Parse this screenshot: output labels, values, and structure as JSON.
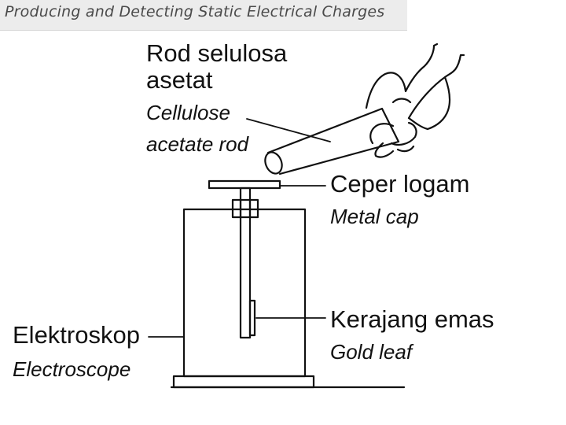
{
  "header": {
    "title": "Producing and Detecting Static Electrical Charges"
  },
  "labels": {
    "rod_ms_line1": "Rod selulosa",
    "rod_ms_line2": "asetat",
    "rod_en_line1": "Cellulose",
    "rod_en_line2": "acetate rod",
    "cap_ms": "Ceper logam",
    "cap_en": "Metal cap",
    "leaf_ms": "Kerajang emas",
    "leaf_en": "Gold leaf",
    "scope_ms": "Elektroskop",
    "scope_en": "Electroscope"
  },
  "icons": {
    "hand": "hand-icon",
    "rod": "cellulose-acetate-rod",
    "electroscope": "electroscope-icon"
  },
  "colors": {
    "ink": "#111111",
    "header_bg": "#ececec",
    "header_text": "#4a4a4a"
  }
}
